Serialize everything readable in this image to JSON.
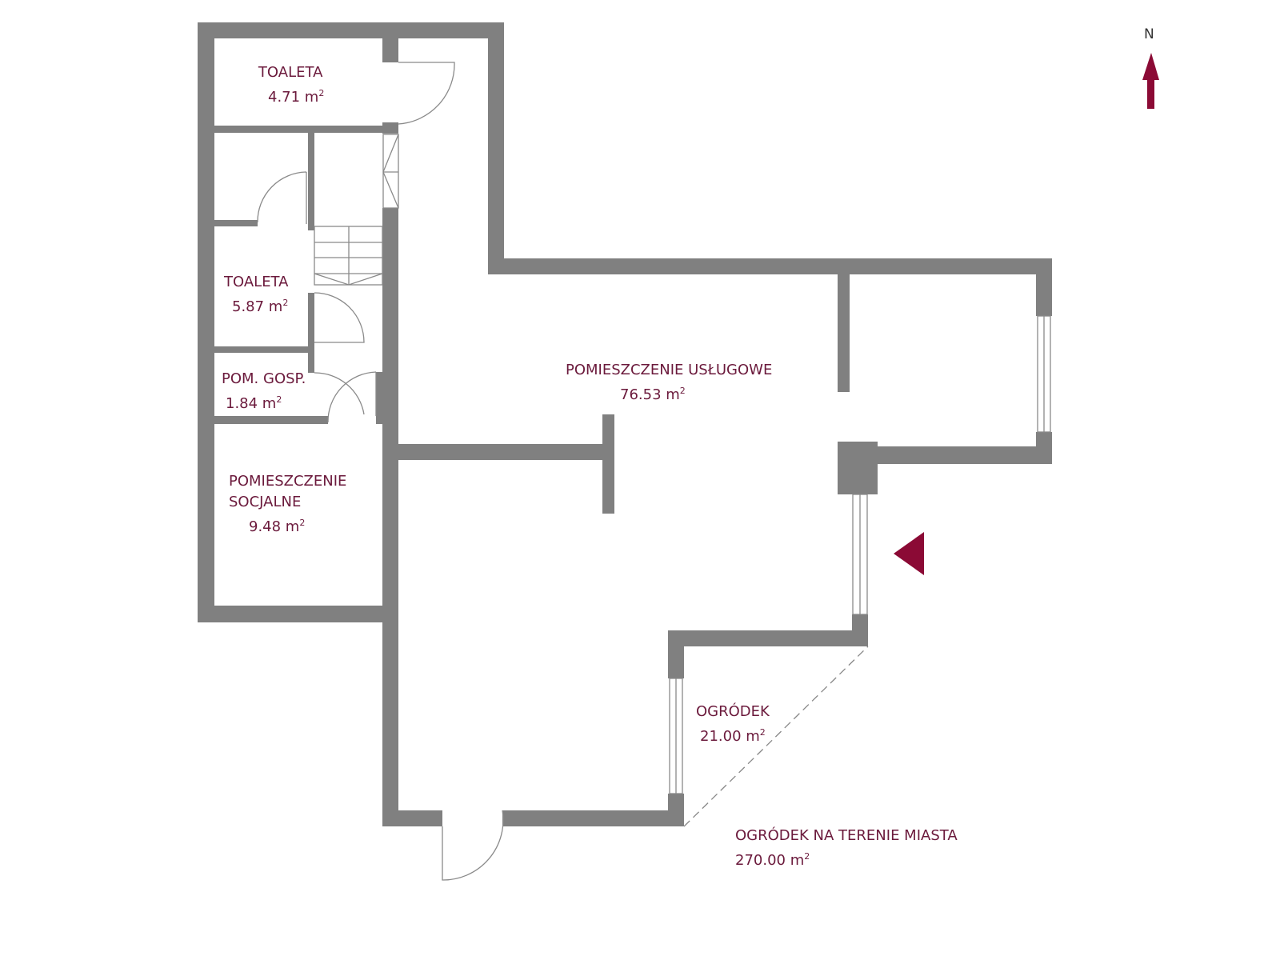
{
  "rooms": [
    {
      "name": "TOALETA",
      "area": "4.71 m",
      "unit_sup": "2"
    },
    {
      "name": "TOALETA",
      "area": "5.87 m",
      "unit_sup": "2"
    },
    {
      "name": "POM. GOSP.",
      "area": "1.84 m",
      "unit_sup": "2"
    },
    {
      "name": "POMIESZCZENIE SOCJALNE",
      "name_line1": "POMIESZCZENIE",
      "name_line2": "SOCJALNE",
      "area": "9.48 m",
      "unit_sup": "2"
    },
    {
      "name": "POMIESZCZENIE USŁUGOWE",
      "area": "76.53 m",
      "unit_sup": "2"
    },
    {
      "name": "OGRÓDEK",
      "area": "21.00 m",
      "unit_sup": "2"
    },
    {
      "name": "OGRÓDEK NA TERENIE MIASTA",
      "area": "270.00 m",
      "unit_sup": "2"
    }
  ],
  "compass": {
    "label": "N"
  },
  "colors": {
    "wall": "#808080",
    "label": "#6b1a3c",
    "accent": "#8b0a35"
  }
}
